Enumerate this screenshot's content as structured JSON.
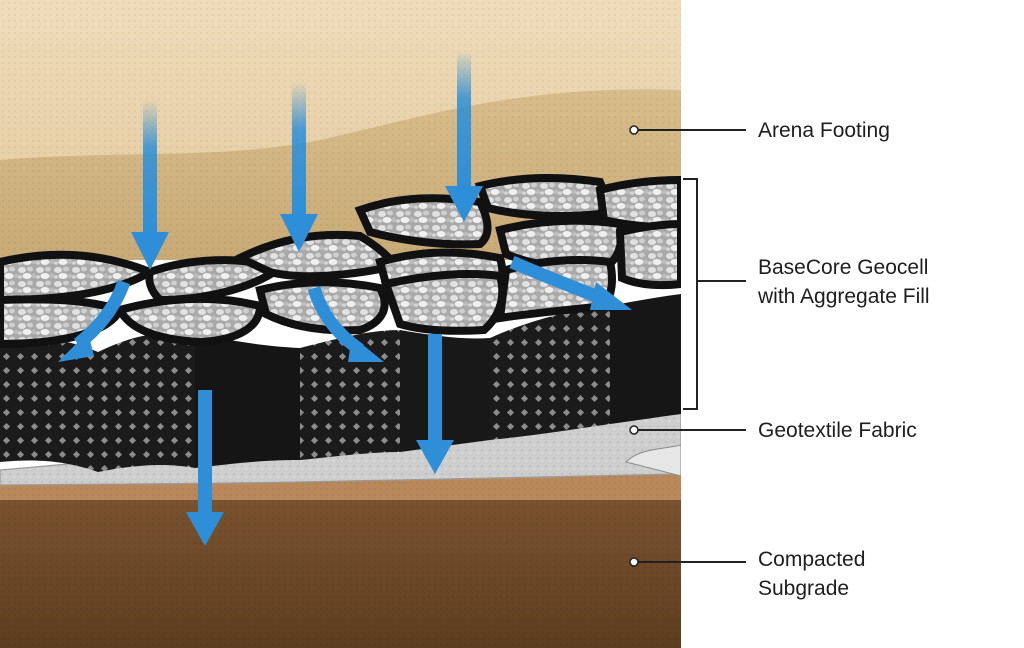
{
  "diagram": {
    "layers": [
      {
        "id": "footing",
        "label": "Arena Footing"
      },
      {
        "id": "geocell",
        "label": "BaseCore Geocell\nwith Aggregate Fill"
      },
      {
        "id": "fabric",
        "label": "Geotextile Fabric"
      },
      {
        "id": "subgrade",
        "label": "Compacted\nSubgrade"
      }
    ],
    "colors": {
      "footing_top": "#efdcb9",
      "footing_bottom": "#d7bd8e",
      "geocell": "#1c1c1c",
      "aggregate": "#bdbdbd",
      "fabric": "#cfcfcf",
      "subgrade": "#6e4a27",
      "arrow": "#2e8fd8",
      "leader": "#222222"
    },
    "icons": [
      "water-flow-arrow",
      "leader-dot",
      "bracket"
    ]
  }
}
